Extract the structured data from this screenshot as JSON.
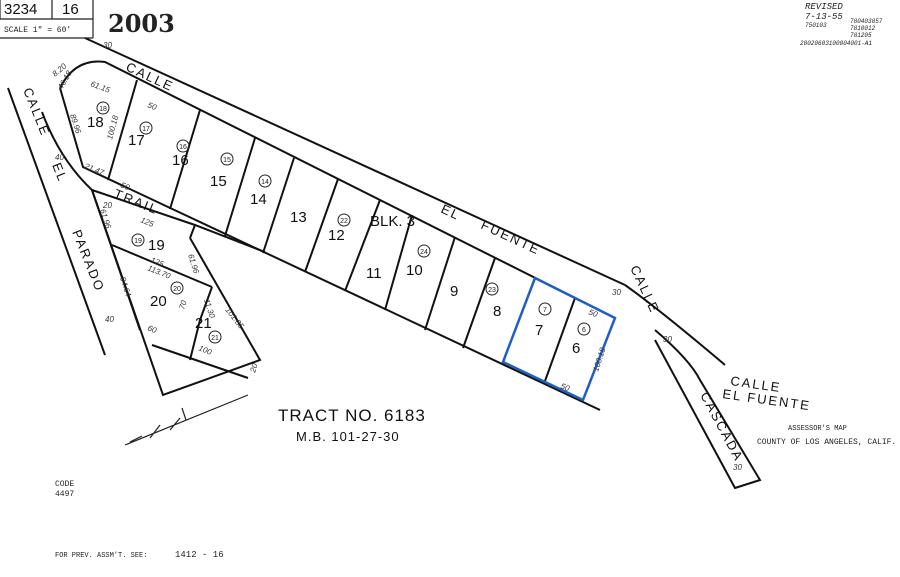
{
  "header": {
    "map_book": "3234",
    "page": "16",
    "scale": "SCALE 1\" = 60'",
    "year": "2003",
    "revised": "REVISED",
    "revised_date": "7-13-55",
    "revision_notes": [
      "750103",
      "780403857",
      "7810012",
      "781205",
      "20020603100004001-A1"
    ]
  },
  "streets": {
    "calle_el_fuente_top": [
      "CALLE",
      "EL",
      "FUENTE"
    ],
    "calle_el_parado": [
      "CALLE",
      "EL",
      "PARADO"
    ],
    "trail": "TRAIL",
    "calle_cascada": [
      "CALLE",
      "CASCADA"
    ],
    "calle_el_fuente_label": [
      "CALLE",
      "EL FUENTE"
    ],
    "widths": [
      "30",
      "40",
      "40",
      "30",
      "30",
      "30",
      "20"
    ]
  },
  "block": "BLK. 3",
  "lots": [
    "18",
    "17",
    "16",
    "15",
    "14",
    "13",
    "12",
    "11",
    "10",
    "9",
    "8",
    "7",
    "6",
    "19",
    "20",
    "21"
  ],
  "parcels": [
    "18",
    "17",
    "16",
    "15",
    "14",
    "22",
    "24",
    "23",
    "7",
    "6",
    "19",
    "20",
    "21"
  ],
  "dimensions": [
    "61.15",
    "89.96",
    "100.18",
    "21.47",
    "50",
    "50",
    "50",
    "50",
    "100.18",
    "8.20",
    "46.18",
    "125",
    "125",
    "113.70",
    "61.96",
    "61.96",
    "94.64",
    "60",
    "70",
    "11.30",
    "101.85",
    "100",
    "20"
  ],
  "title": {
    "tract": "TRACT NO. 6183",
    "mb": "M.B. 101-27-30"
  },
  "footer": {
    "assessor": "ASSESSOR'S MAP",
    "county": "COUNTY OF LOS ANGELES, CALIF.",
    "code_label": "CODE",
    "code": "4497",
    "prev": "FOR PREV. ASSM'T. SEE:",
    "prev_ref": "1412 - 16"
  },
  "colors": {
    "highlight": "#1f5fc4",
    "ink": "#111111"
  }
}
